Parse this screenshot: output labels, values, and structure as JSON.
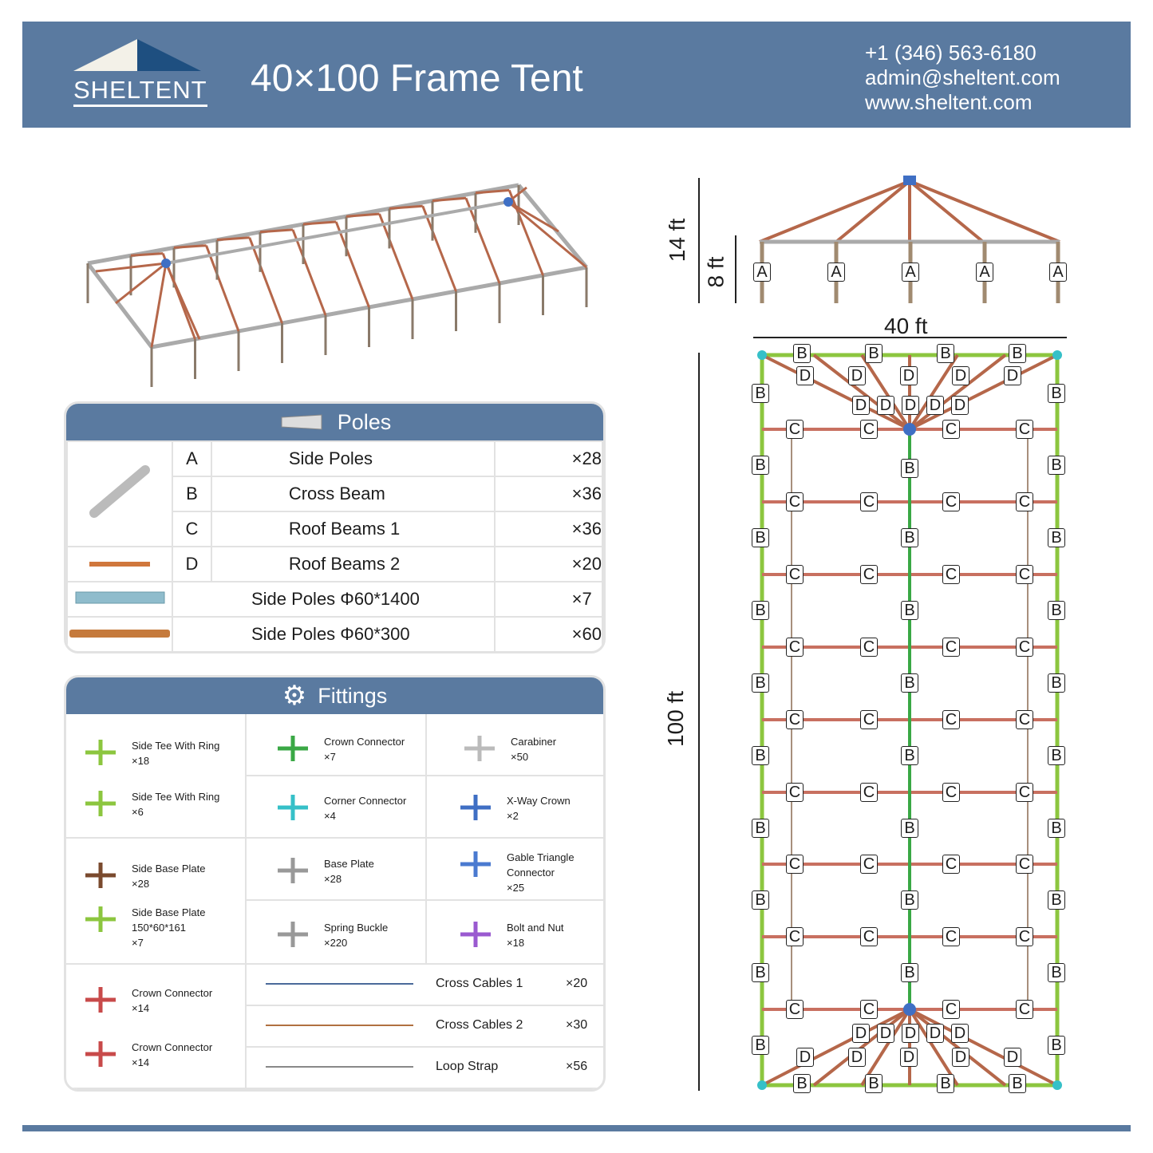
{
  "header": {
    "brand": "SHELTENT",
    "title": "40×100 Frame Tent",
    "phone": "+1 (346) 563-6180",
    "email": "admin@sheltent.com",
    "website": "www.sheltent.com"
  },
  "poles": {
    "title": "Poles",
    "rows": [
      {
        "code": "A",
        "name": "Side Poles",
        "qty": "×28"
      },
      {
        "code": "B",
        "name": "Cross Beam",
        "qty": "×36"
      },
      {
        "code": "C",
        "name": "Roof Beams 1",
        "qty": "×36"
      },
      {
        "code": "D",
        "name": "Roof Beams 2",
        "qty": "×20"
      },
      {
        "code": "",
        "name": "Side Poles Φ60*1400",
        "qty": "×7"
      },
      {
        "code": "",
        "name": "Side Poles Φ60*300",
        "qty": "×60"
      }
    ]
  },
  "fittings": {
    "title": "Fittings",
    "items": [
      {
        "name": "Side Tee With Ring",
        "qty": "×18"
      },
      {
        "name": "Side Tee With Ring",
        "qty": "×6"
      },
      {
        "name": "Crown Connector",
        "qty": "×7"
      },
      {
        "name": "Carabiner",
        "qty": "×50"
      },
      {
        "name": "Corner Connector",
        "qty": "×4"
      },
      {
        "name": "X-Way Crown",
        "qty": "×2"
      },
      {
        "name": "Side Base Plate",
        "qty": "×28"
      },
      {
        "name": "Side Base Plate 150*60*161",
        "qty": "×7"
      },
      {
        "name": "Base Plate",
        "qty": "×28"
      },
      {
        "name": "Gable Triangle Connector",
        "qty": "×25"
      },
      {
        "name": "Spring Buckle",
        "qty": "×220"
      },
      {
        "name": "Bolt and Nut",
        "qty": "×18"
      },
      {
        "name": "Crown Connector",
        "qty": "×14"
      },
      {
        "name": "Crown Connector",
        "qty": "×14"
      },
      {
        "name": "Cross Cables 1",
        "qty": "×20"
      },
      {
        "name": "Cross Cables 2",
        "qty": "×30"
      },
      {
        "name": "Loop Strap",
        "qty": "×56"
      }
    ]
  },
  "dimensions": {
    "peak_height": "14 ft",
    "side_height": "8 ft",
    "width": "40 ft",
    "length": "100 ft"
  },
  "labels": {
    "A": "A",
    "B": "B",
    "C": "C",
    "D": "D"
  },
  "colors": {
    "brand": "#5a7aa0",
    "side_tee": "#8cc63f",
    "roof_beam": "#b5674a",
    "crown": "#3f6fc4",
    "corner": "#36c0c8"
  }
}
